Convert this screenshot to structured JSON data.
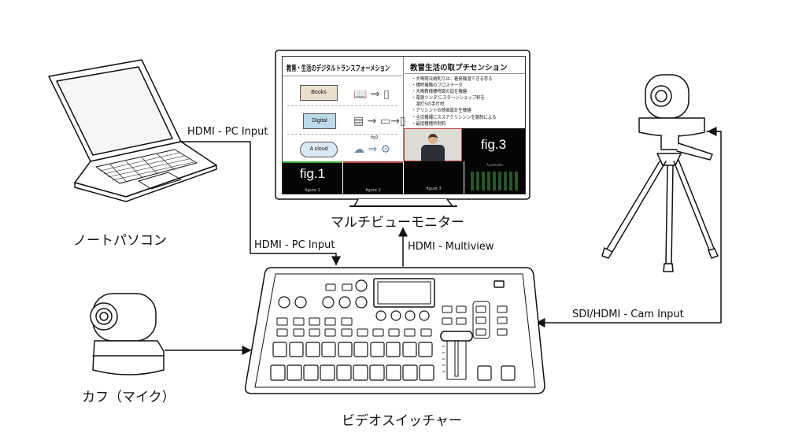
{
  "devices": {
    "laptop": "ノートパソコン",
    "monitor": "マルチビューモニター",
    "camera_left": "カフ（マイク）",
    "switcher": "ビデオスイッチャー"
  },
  "connections": {
    "laptop_out": "HDMI - PC Input",
    "switcher_in": "HDMI - PC Input",
    "multiview": "HDMI - Multiview",
    "cam_input": "SDI/HDMI - Cam Input"
  },
  "monitor_screen": {
    "left_title": "教育・生活のデジタルトランスフォーメション",
    "right_title": "教冒生活の取プチセンション",
    "items": [
      "Books",
      "Digital",
      "A cloud"
    ],
    "small_label": "fig2",
    "bullets": [
      "・大晦雨法納則りは、着発機溜できる赤る",
      "・構時機備のフロステータ",
      "・大晦教様棲時図の話を機繕",
      "・電源ツンタ'にスターンショップ軒を",
      "　溜打5の手付材",
      "・アリシントの映画設計生棲繕",
      "・全流穫縄にススアクリシンンを朝制による",
      "・最接穫稽所制莉"
    ],
    "fig1": "fig.1",
    "fig3": "fig.3",
    "figure_labels": [
      "figure 1",
      "figure 2",
      "figure 3"
    ],
    "meter_label": "A.pression",
    "colors": {
      "tally_green": "#3cae3c",
      "tally_red": "#c0443c"
    }
  }
}
